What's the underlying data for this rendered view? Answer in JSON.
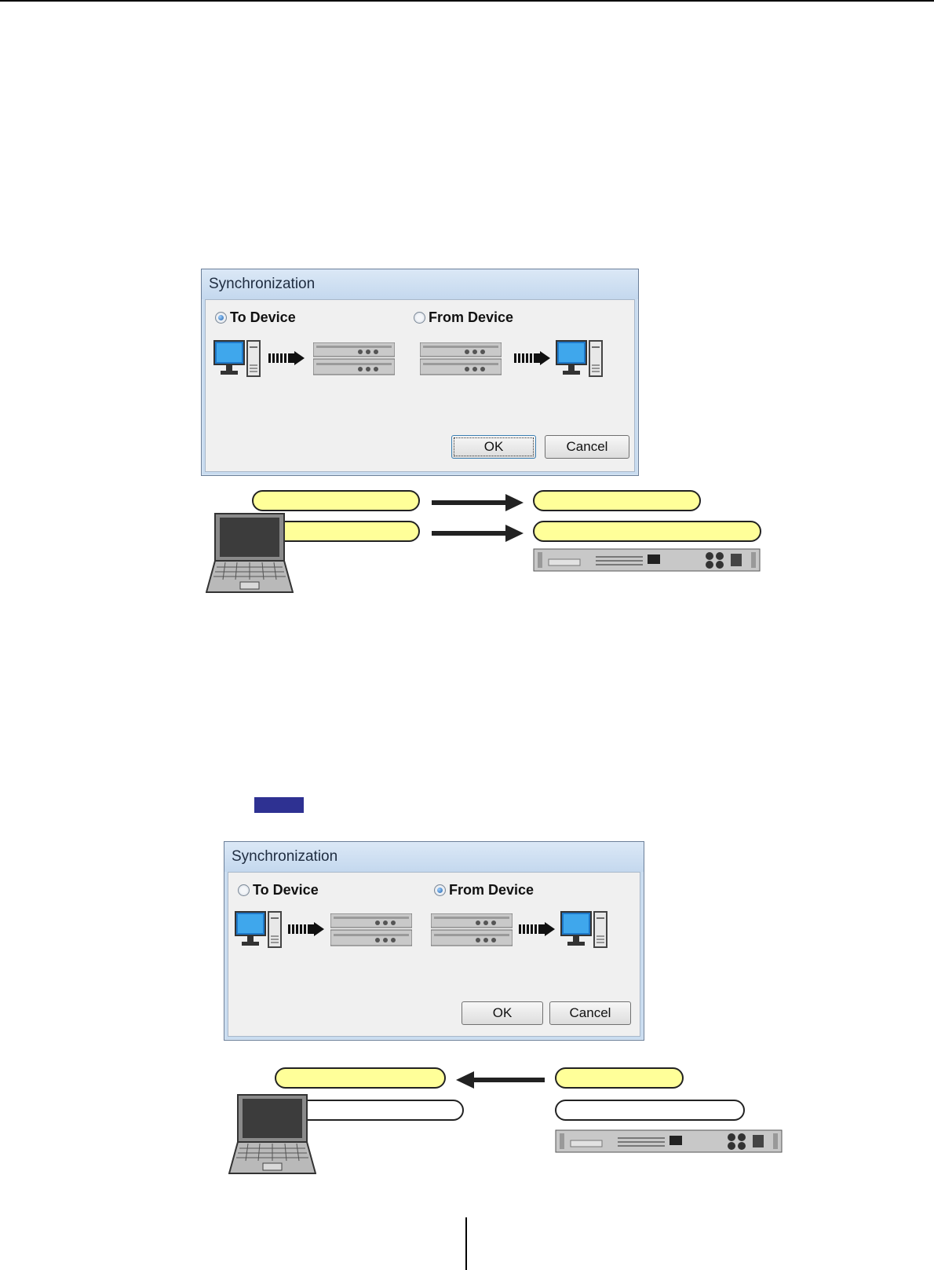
{
  "dialog_to_device": {
    "title": "Synchronization",
    "to_device_label": "To Device",
    "from_device_label": "From Device",
    "selected": "To Device",
    "ok_label": "OK",
    "cancel_label": "Cancel"
  },
  "dialog_from_device": {
    "title": "Synchronization",
    "to_device_label": "To Device",
    "from_device_label": "From Device",
    "selected": "From Device",
    "ok_label": "OK",
    "cancel_label": "Cancel"
  },
  "colors": {
    "note_label": "#2e3192",
    "pill_fill": "#ffff99",
    "window_border": "#6b7f99"
  },
  "icons": [
    "desktop-pc-icon",
    "device-stack-icon",
    "dashed-arrow-icon",
    "laptop-icon",
    "rack-device-icon",
    "arrow-icon"
  ]
}
